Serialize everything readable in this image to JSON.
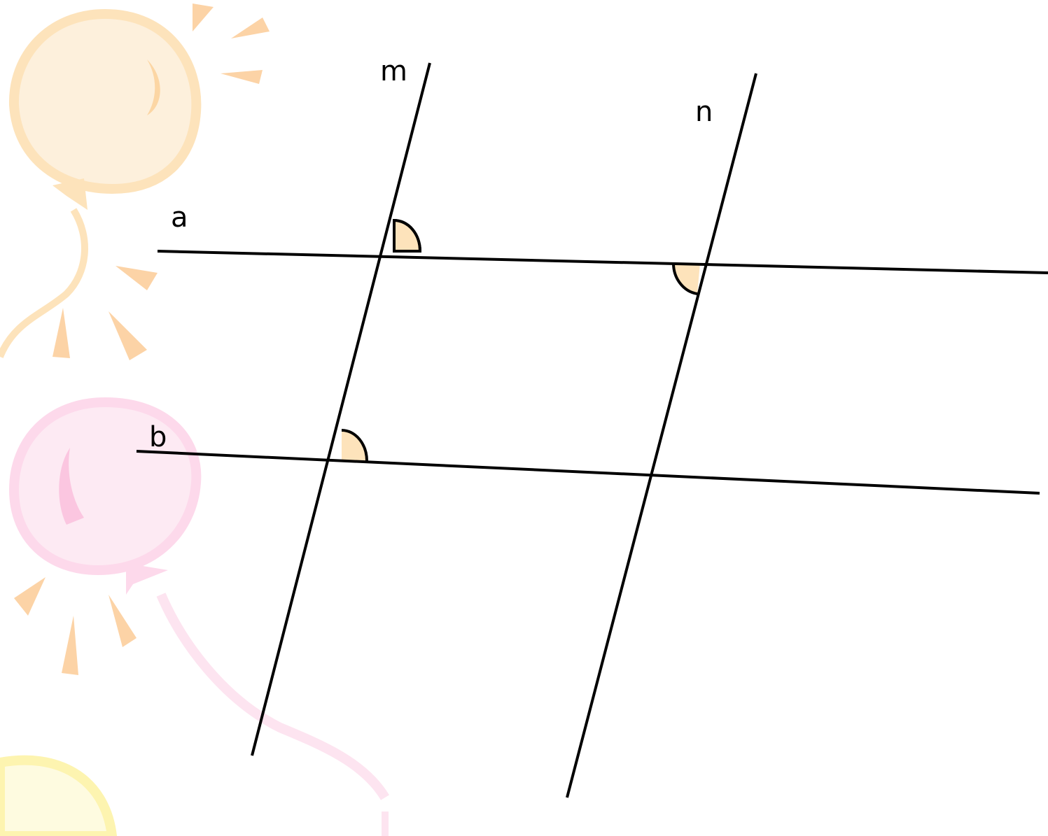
{
  "diagram": {
    "line_labels": {
      "m": "m",
      "n": "n",
      "a": "a",
      "b": "b"
    },
    "colors": {
      "line": "#000000",
      "angle_fill": "#fde3bb",
      "balloon_orange": "#fde8c8",
      "balloon_pink": "#fde4f0",
      "balloon_yellow": "#fdf8c4",
      "ray_orange": "#fcc896"
    },
    "marked_angles": [
      {
        "at": "a ∩ m",
        "position": "upper-right"
      },
      {
        "at": "a ∩ n",
        "position": "lower-left"
      },
      {
        "at": "b ∩ m",
        "position": "upper-right"
      }
    ]
  }
}
